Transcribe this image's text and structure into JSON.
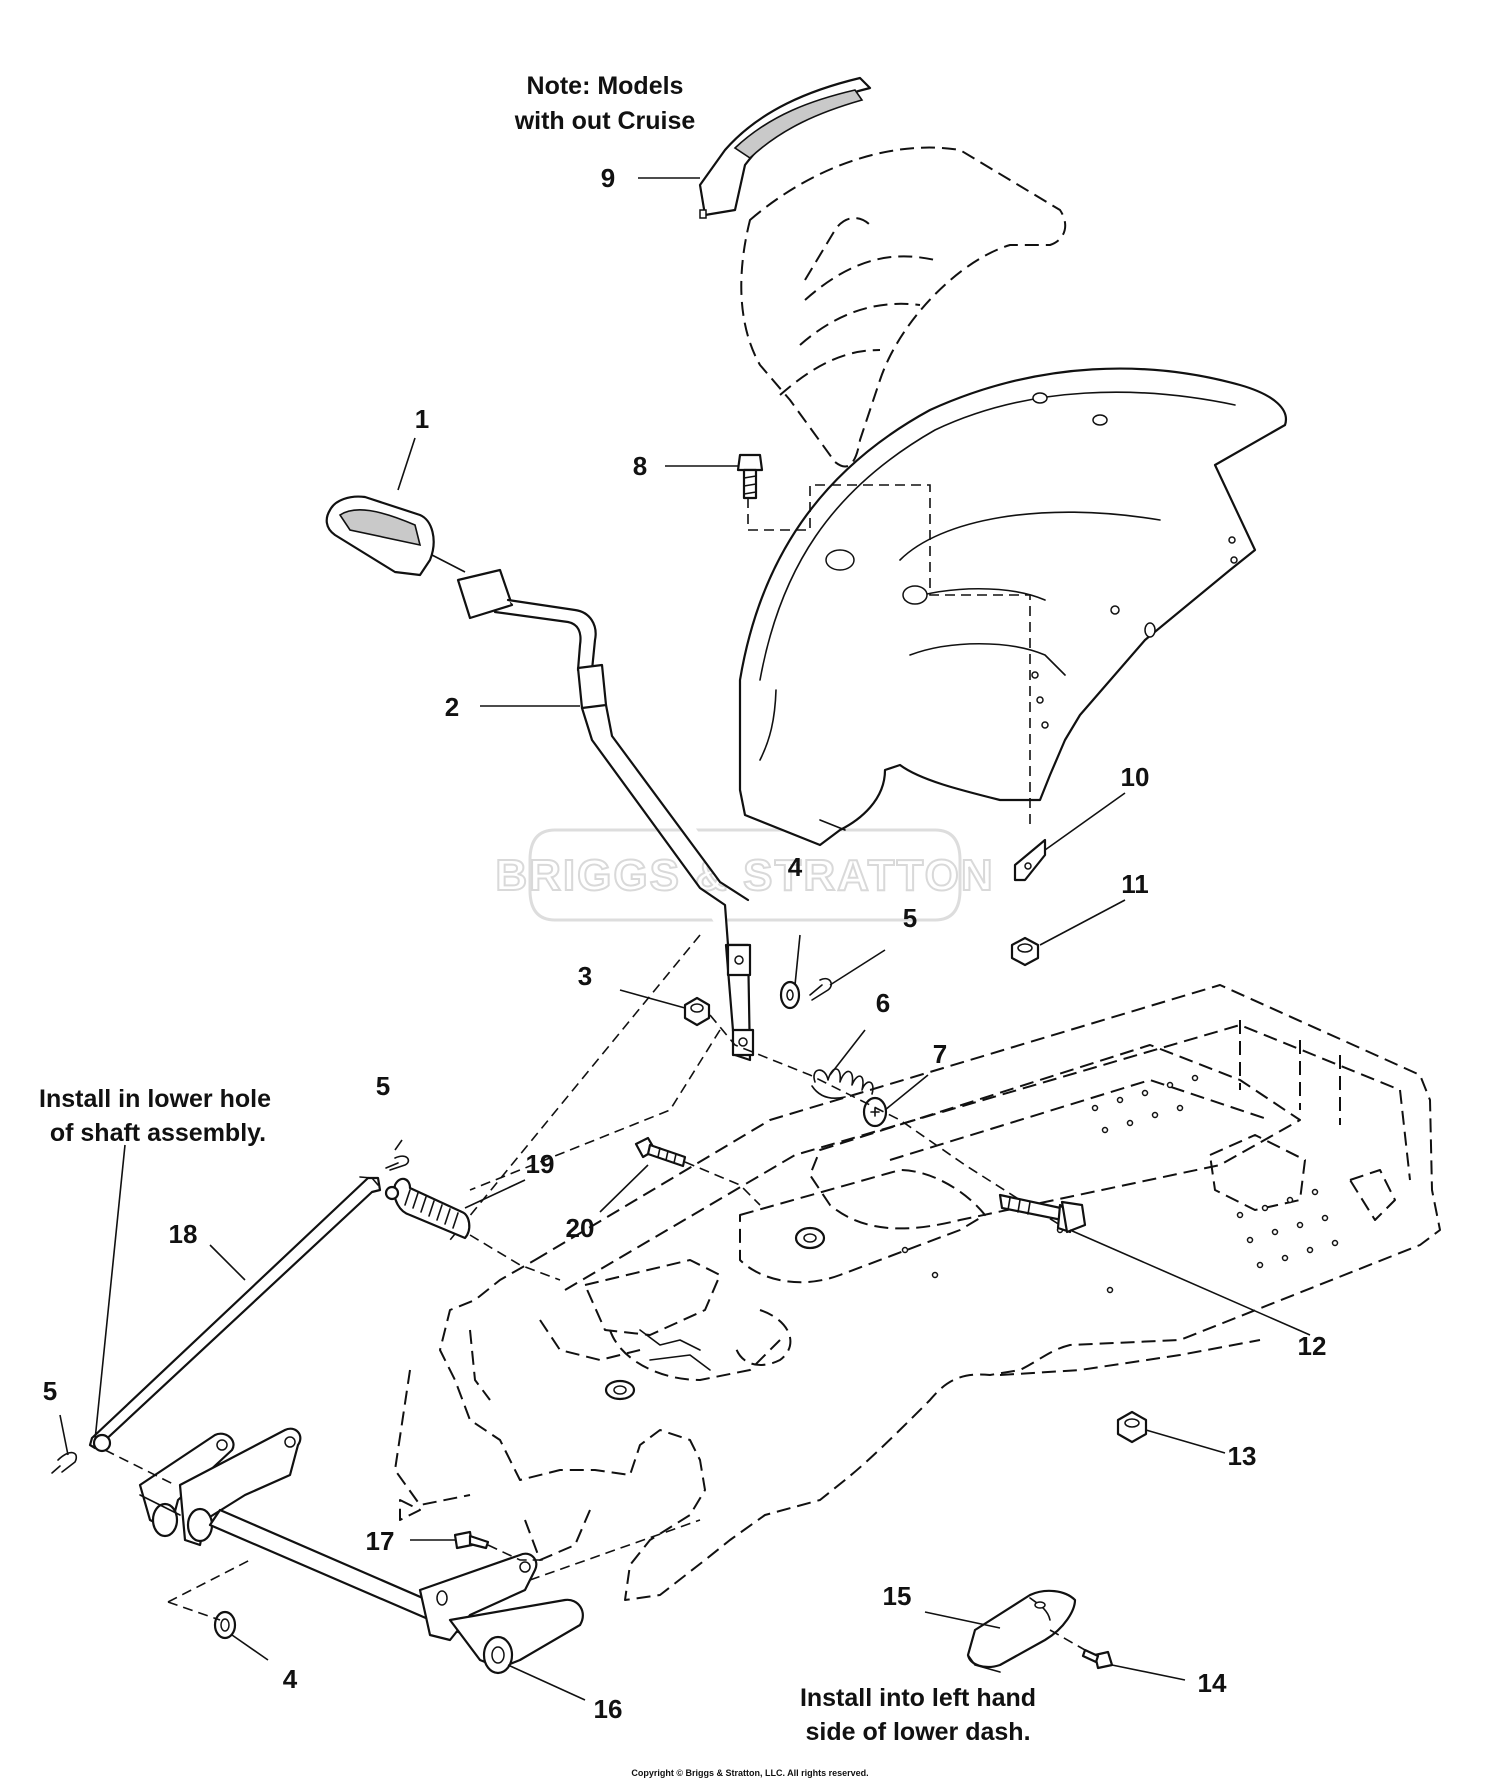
{
  "callouts": {
    "c1": "1",
    "c2": "2",
    "c3": "3",
    "c4a": "4",
    "c4b": "4",
    "c5a": "5",
    "c5b": "5",
    "c5c": "5",
    "c6": "6",
    "c7": "7",
    "c8": "8",
    "c9": "9",
    "c10": "10",
    "c11": "11",
    "c12": "12",
    "c13": "13",
    "c14": "14",
    "c15": "15",
    "c16": "16",
    "c17": "17",
    "c18": "18",
    "c19": "19",
    "c20": "20"
  },
  "notes": {
    "cruise_line1": "Note: Models",
    "cruise_line2": "with out Cruise",
    "shaft_line1": "Install in lower hole",
    "shaft_line2": "of shaft assembly.",
    "dash_line1": "Install into left hand",
    "dash_line2": "side of lower dash."
  },
  "watermark": "BRIGGS & STRATTON",
  "copyright": "Copyright © Briggs & Stratton, LLC. All rights reserved."
}
